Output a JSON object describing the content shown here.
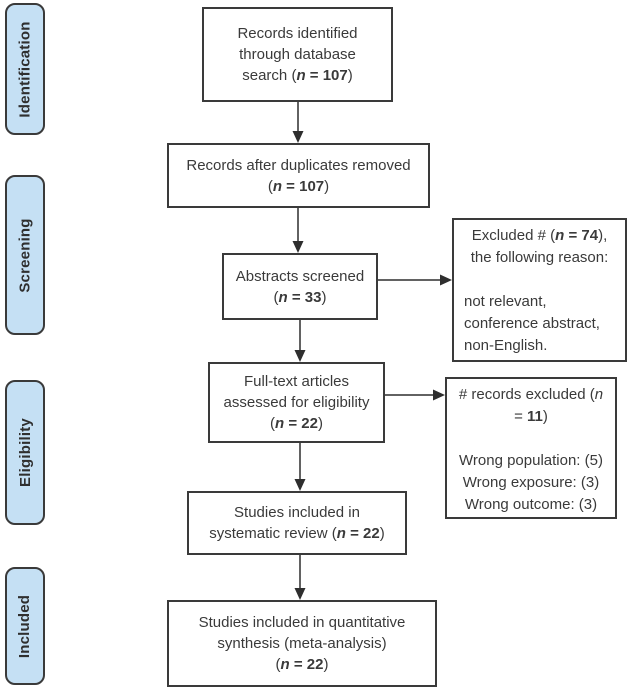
{
  "figure": {
    "title": "PRISMA flow diagram",
    "colors": {
      "stage_fill": "#c5e0f4",
      "stage_border": "#3a3a3a",
      "box_border": "#3a3a3a",
      "text": "#3a3a3a",
      "arrow": "#2e2e2e",
      "background": "#ffffff"
    }
  },
  "stages": [
    {
      "label": "Identification"
    },
    {
      "label": "Screening"
    },
    {
      "label": "Eligibility"
    },
    {
      "label": "Included"
    }
  ],
  "flow_boxes": {
    "identified": {
      "n": 107,
      "lines": [
        {
          "segments": [
            {
              "t": "Records identified"
            }
          ]
        },
        {
          "segments": [
            {
              "t": "through database"
            }
          ]
        },
        {
          "segments": [
            {
              "t": "search ("
            },
            {
              "t": "n",
              "s": "bi"
            },
            {
              "t": " = 107",
              "s": "b"
            },
            {
              "t": ")"
            }
          ]
        }
      ]
    },
    "duplicates_removed": {
      "n": 107,
      "lines": [
        {
          "segments": [
            {
              "t": "Records after duplicates removed"
            }
          ]
        },
        {
          "segments": [
            {
              "t": "("
            },
            {
              "t": "n",
              "s": "bi"
            },
            {
              "t": " = 107",
              "s": "b"
            },
            {
              "t": ")"
            }
          ]
        }
      ]
    },
    "abstracts_screened": {
      "n": 33,
      "lines": [
        {
          "segments": [
            {
              "t": "Abstracts screened"
            }
          ]
        },
        {
          "segments": [
            {
              "t": "("
            },
            {
              "t": "n",
              "s": "bi"
            },
            {
              "t": " = 33",
              "s": "b"
            },
            {
              "t": ")"
            }
          ]
        }
      ]
    },
    "fulltext_assessed": {
      "n": 22,
      "lines": [
        {
          "segments": [
            {
              "t": "Full-text articles"
            }
          ]
        },
        {
          "segments": [
            {
              "t": "assessed for eligibility"
            }
          ]
        },
        {
          "segments": [
            {
              "t": "("
            },
            {
              "t": "n",
              "s": "bi"
            },
            {
              "t": " = 22",
              "s": "b"
            },
            {
              "t": ")"
            }
          ]
        }
      ]
    },
    "systematic_review": {
      "n": 22,
      "lines": [
        {
          "segments": [
            {
              "t": "Studies included in"
            }
          ]
        },
        {
          "segments": [
            {
              "t": "systematic review ("
            },
            {
              "t": "n",
              "s": "bi"
            },
            {
              "t": " = 22",
              "s": "b"
            },
            {
              "t": ")"
            }
          ]
        }
      ]
    },
    "quantitative_synthesis": {
      "n": 22,
      "lines": [
        {
          "segments": [
            {
              "t": "Studies included in quantitative"
            }
          ]
        },
        {
          "segments": [
            {
              "t": "synthesis (meta-analysis)"
            }
          ]
        },
        {
          "segments": [
            {
              "t": "("
            },
            {
              "t": "n",
              "s": "bi"
            },
            {
              "t": " = 22",
              "s": "b"
            },
            {
              "t": ")"
            }
          ]
        }
      ]
    }
  },
  "side_boxes": {
    "excluded_screening": {
      "n": 74,
      "lines": [
        {
          "align": "center",
          "segments": [
            {
              "t": "Excluded # ("
            },
            {
              "t": "n",
              "s": "bi"
            },
            {
              "t": " = 74",
              "s": "b"
            },
            {
              "t": "),"
            }
          ]
        },
        {
          "align": "center",
          "segments": [
            {
              "t": "the following reason:"
            }
          ]
        },
        {
          "segments": []
        },
        {
          "align": "left",
          "segments": [
            {
              "t": "not relevant,"
            }
          ]
        },
        {
          "align": "left",
          "segments": [
            {
              "t": "conference abstract,"
            }
          ]
        },
        {
          "align": "left",
          "segments": [
            {
              "t": "non-English."
            }
          ]
        }
      ]
    },
    "excluded_eligibility": {
      "n": 11,
      "reasons": {
        "wrong_population": 5,
        "wrong_exposure": 3,
        "wrong_outcome": 3
      },
      "lines": [
        {
          "align": "center",
          "segments": [
            {
              "t": "# records excluded ("
            },
            {
              "t": "n",
              "s": "i"
            }
          ]
        },
        {
          "align": "center",
          "segments": [
            {
              "t": "= "
            },
            {
              "t": "11",
              "s": "b"
            },
            {
              "t": ")"
            }
          ]
        },
        {
          "segments": []
        },
        {
          "align": "center",
          "segments": [
            {
              "t": "Wrong population: (5)"
            }
          ]
        },
        {
          "align": "center",
          "segments": [
            {
              "t": "Wrong exposure: (3)"
            }
          ]
        },
        {
          "align": "center",
          "segments": [
            {
              "t": "Wrong outcome: (3)"
            }
          ]
        }
      ]
    }
  }
}
